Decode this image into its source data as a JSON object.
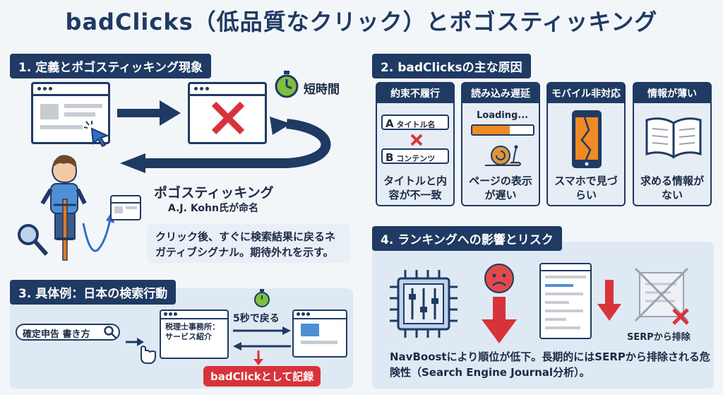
{
  "title": "badClicks（低品質なクリック）とポゴスティッキング",
  "section1": {
    "heading": "1. 定義とポゴスティッキング現象",
    "timer_label": "短時間",
    "pogo_label": "ポゴスティッキング",
    "credit": "A.J. Kohn氏が命名",
    "desc": "クリック後、すぐに検索結果に戻るネガティブシグナル。期待外れを示す。"
  },
  "section2": {
    "heading": "2. badClicksの主な原因",
    "cards": [
      {
        "head": "約束不履行",
        "foot": "タイトルと内容が不一致",
        "tag_a": "タイトル名",
        "tag_b": "コンテンツ",
        "letter_a": "A",
        "letter_b": "B"
      },
      {
        "head": "読み込み遅延",
        "foot": "ページの表示が遅い",
        "loading": "Loading..."
      },
      {
        "head": "モバイル非対応",
        "foot": "スマホで見づらい"
      },
      {
        "head": "情報が薄い",
        "foot": "求める情報がない"
      }
    ]
  },
  "section3": {
    "heading": "3. 具体例：日本の検索行動",
    "query": "確定申告 書き方",
    "page_title": "税理士事務所：サービス紹介",
    "return_label": "5秒で戻る",
    "badge": "badClickとして記録"
  },
  "section4": {
    "heading": "4. ランキングへの影響とリスク",
    "serp_label": "SERPから排除",
    "desc": "NavBoostにより順位が低下。長期的にはSERPから排除される危険性（Search Engine Journal分析）。"
  },
  "colors": {
    "navy": "#1f3a63",
    "red": "#d8333a",
    "panel": "#dfe9f3",
    "orange": "#f08a24"
  }
}
